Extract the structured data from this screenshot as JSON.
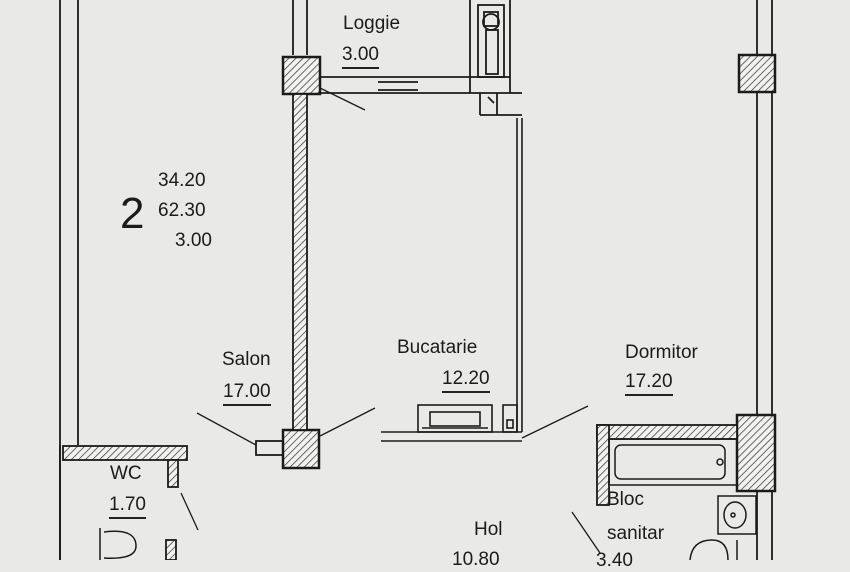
{
  "unit_number": "2",
  "areas": {
    "line1": "34.20",
    "line2": "62.30",
    "line3": "3.00"
  },
  "rooms": {
    "loggie": {
      "name": "Loggie",
      "area": "3.00"
    },
    "salon": {
      "name": "Salon",
      "area": "17.00"
    },
    "bucatarie": {
      "name": "Bucatarie",
      "area": "12.20"
    },
    "dormitor": {
      "name": "Dormitor",
      "area": "17.20"
    },
    "wc": {
      "name": "WC",
      "area": "1.70"
    },
    "hol": {
      "name": "Hol",
      "area": "10.80"
    },
    "bloc_sanitar": {
      "name_line1": "Bloc",
      "name_line2": "sanitar",
      "area": "3.40"
    }
  },
  "colors": {
    "paper": "#e9e9e7",
    "ink": "#1b1b1b",
    "hatch": "#444444"
  }
}
